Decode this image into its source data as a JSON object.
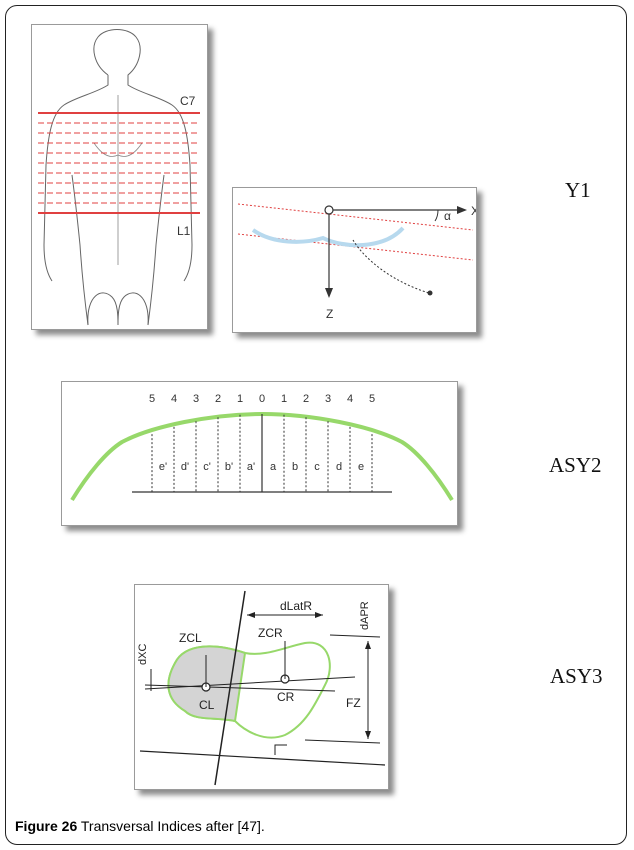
{
  "figure_number": "Figure 26",
  "caption_text": " Transversal Indices after [47].",
  "rows": [
    {
      "label": "Y1"
    },
    {
      "label": "ASY2"
    },
    {
      "label": "ASY3"
    }
  ],
  "panel_y1": {
    "back_labels": {
      "top": "C7",
      "bottom": "L1"
    },
    "axis_labels": {
      "x": "X",
      "z": "Z",
      "angle": "α"
    }
  },
  "panel_asy2": {
    "numbers": [
      "5",
      "4",
      "3",
      "2",
      "1",
      "0",
      "1",
      "2",
      "3",
      "4",
      "5"
    ],
    "segments": [
      "e'",
      "d'",
      "c'",
      "b'",
      "a'",
      "a",
      "b",
      "c",
      "d",
      "e"
    ]
  },
  "panel_asy3": {
    "labels": {
      "dlat": "dLatR",
      "dap": "dAPR",
      "zcl": "ZCL",
      "zcr": "ZCR",
      "dxc": "dXC",
      "cl": "CL",
      "cr": "CR",
      "fz": "FZ"
    }
  },
  "colors": {
    "red_line": "#e04040",
    "green_curve": "#97d86a",
    "blue_curve": "#b7d9ee",
    "shade": "#d4d4d4"
  }
}
